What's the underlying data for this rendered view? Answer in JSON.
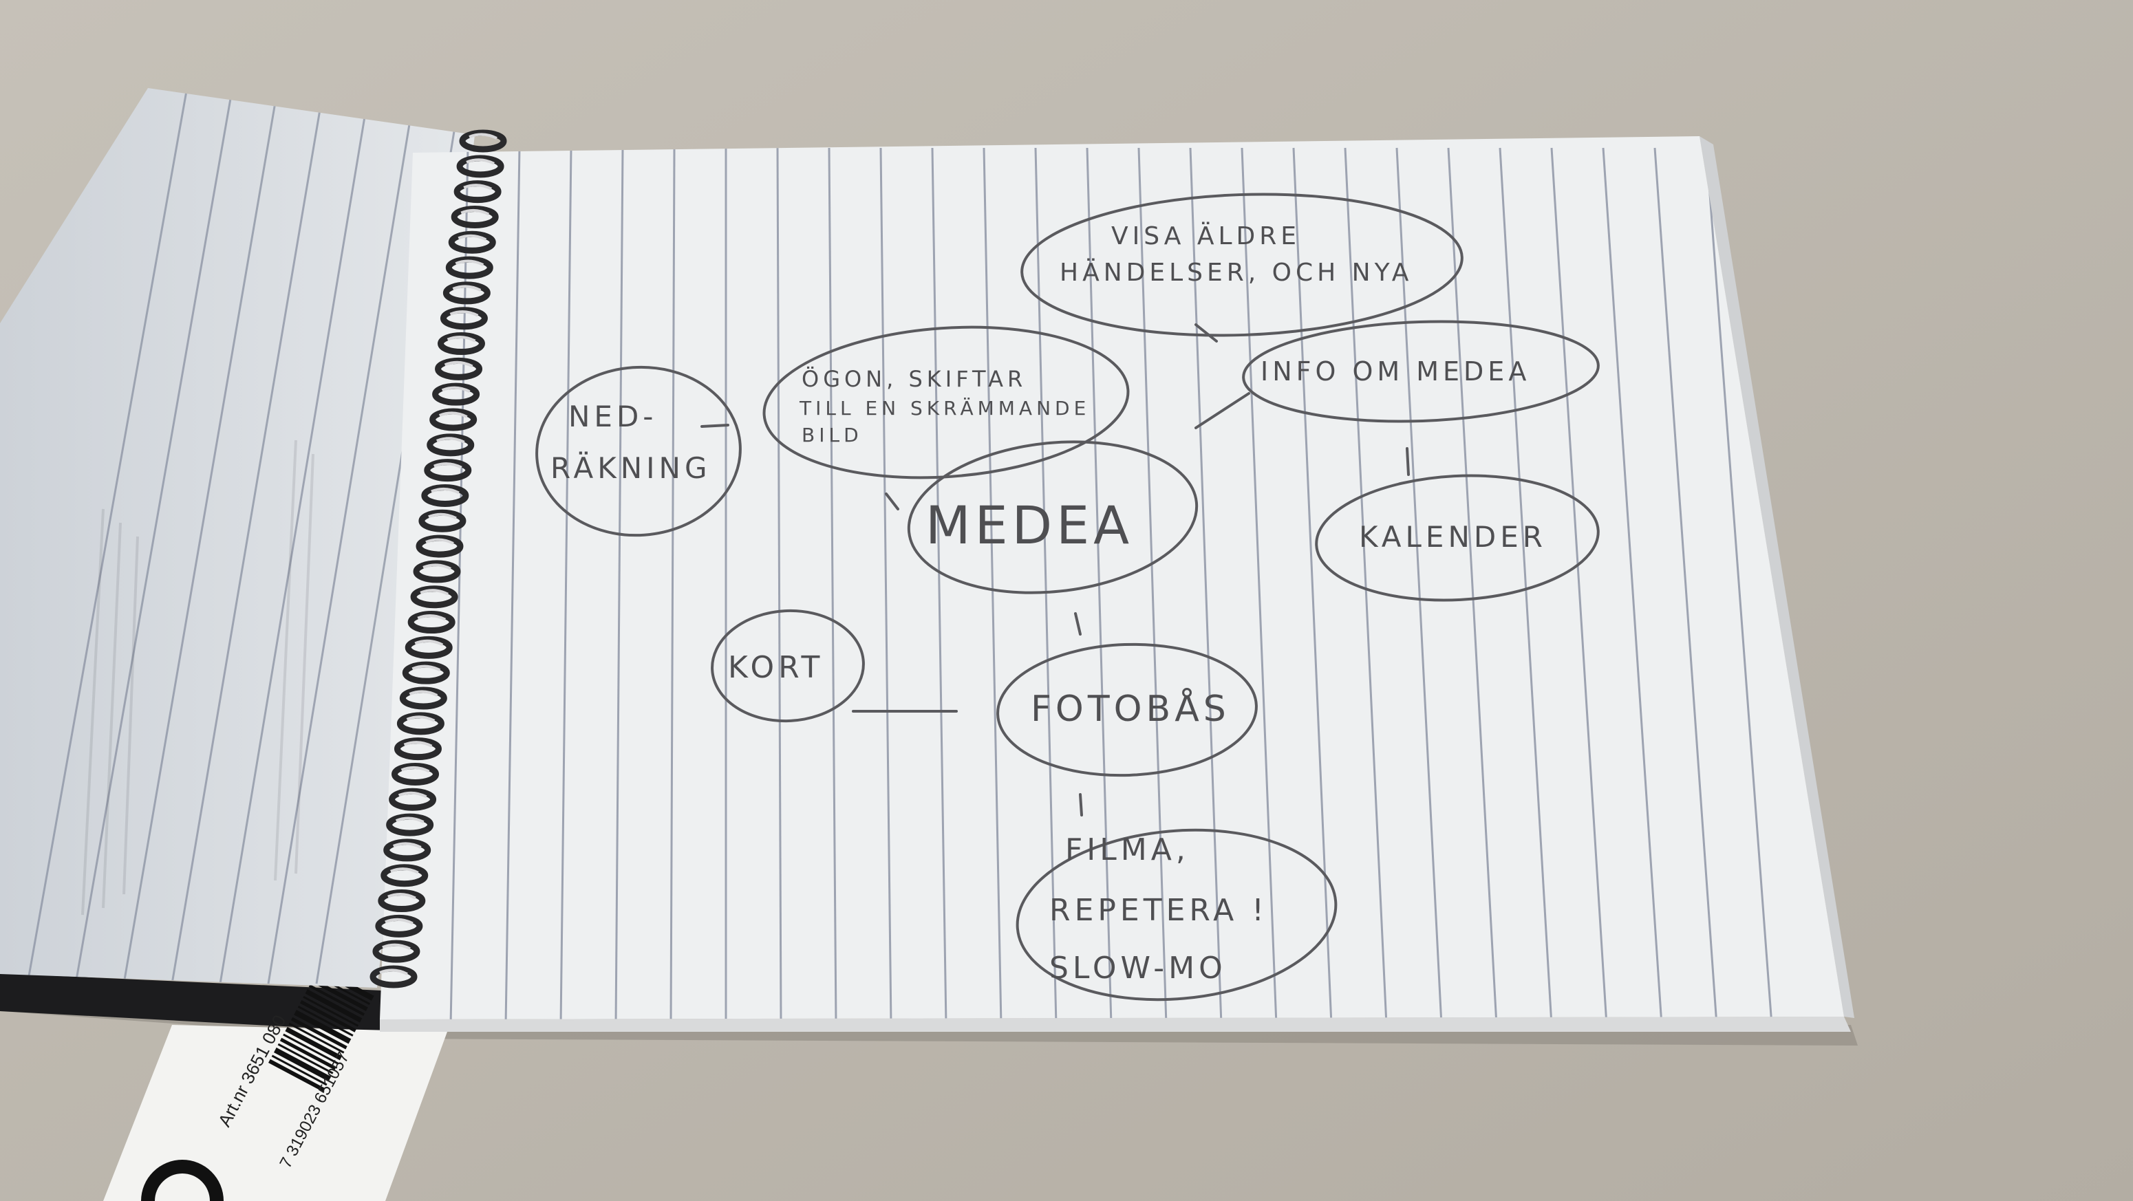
{
  "mind_map": {
    "center": "MEDEA",
    "nodes": {
      "visa_aldre": [
        "VISA ÄLDRE",
        "HÄNDELSER, OCH NYA"
      ],
      "info": "INFO OM MEDEA",
      "kalender": "KALENDER",
      "ogon": [
        "ÖGON, SKIFTAR",
        "TILL EN SKRÄMMANDE",
        "BILD"
      ],
      "nedrakning": [
        "NED-",
        "RÄKNING"
      ],
      "kort": "KORT",
      "fotobas": "FOTOBÅS",
      "filma": [
        "FILMA,",
        "REPETERA !",
        "SLOW-MO"
      ]
    }
  },
  "label": {
    "art_nr": "Art.nr 3651 080",
    "barcode_digits": "7 319023 651057"
  },
  "colors": {
    "table": "#bdb7ad",
    "paper": "#eef0f1",
    "rule_line": "#8f96a6",
    "pencil": "#4f4f52",
    "spiral": "#2a2a2c"
  }
}
